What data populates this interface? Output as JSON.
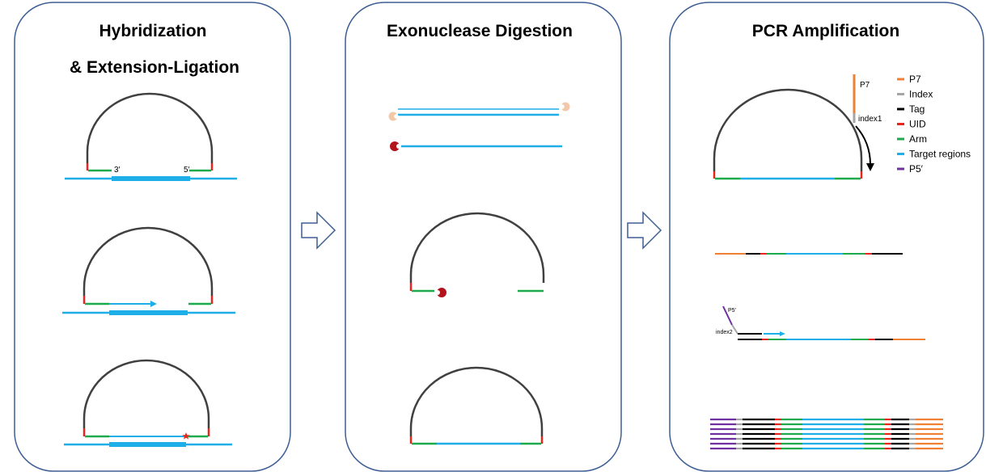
{
  "colors": {
    "panel_border": "#3e5f94",
    "backbone": "#404040",
    "target": "#1eaee8",
    "arm": "#1daa4d",
    "uid": "#e8251c",
    "tag": "#000000",
    "index": "#a6a6a6",
    "p7": "#ef8034",
    "p5": "#7030a0",
    "exo_light": "#f3c8a8",
    "exo_dark": "#b3141b",
    "arrow": "#3e5f94"
  },
  "panels": [
    {
      "title_line1": "Hybridization",
      "title_line2": "& Extension-Ligation",
      "labels": {
        "three_prime": "3′",
        "five_prime": "5′"
      }
    },
    {
      "title_line1": "Exonuclease Digestion"
    },
    {
      "title_line1": "PCR Amplification",
      "labels": {
        "p7": "P7",
        "index1": "index1",
        "p5": "P5′",
        "index2": "index2"
      }
    }
  ],
  "legend": [
    {
      "label": "P7",
      "color": "#ef8034"
    },
    {
      "label": "Index",
      "color": "#a6a6a6"
    },
    {
      "label": "Tag",
      "color": "#000000"
    },
    {
      "label": "UID",
      "color": "#e8251c"
    },
    {
      "label": "Arm",
      "color": "#1daa4d"
    },
    {
      "label": "Target regions",
      "color": "#1eaee8"
    },
    {
      "label": "P5′",
      "color": "#7030a0"
    }
  ]
}
